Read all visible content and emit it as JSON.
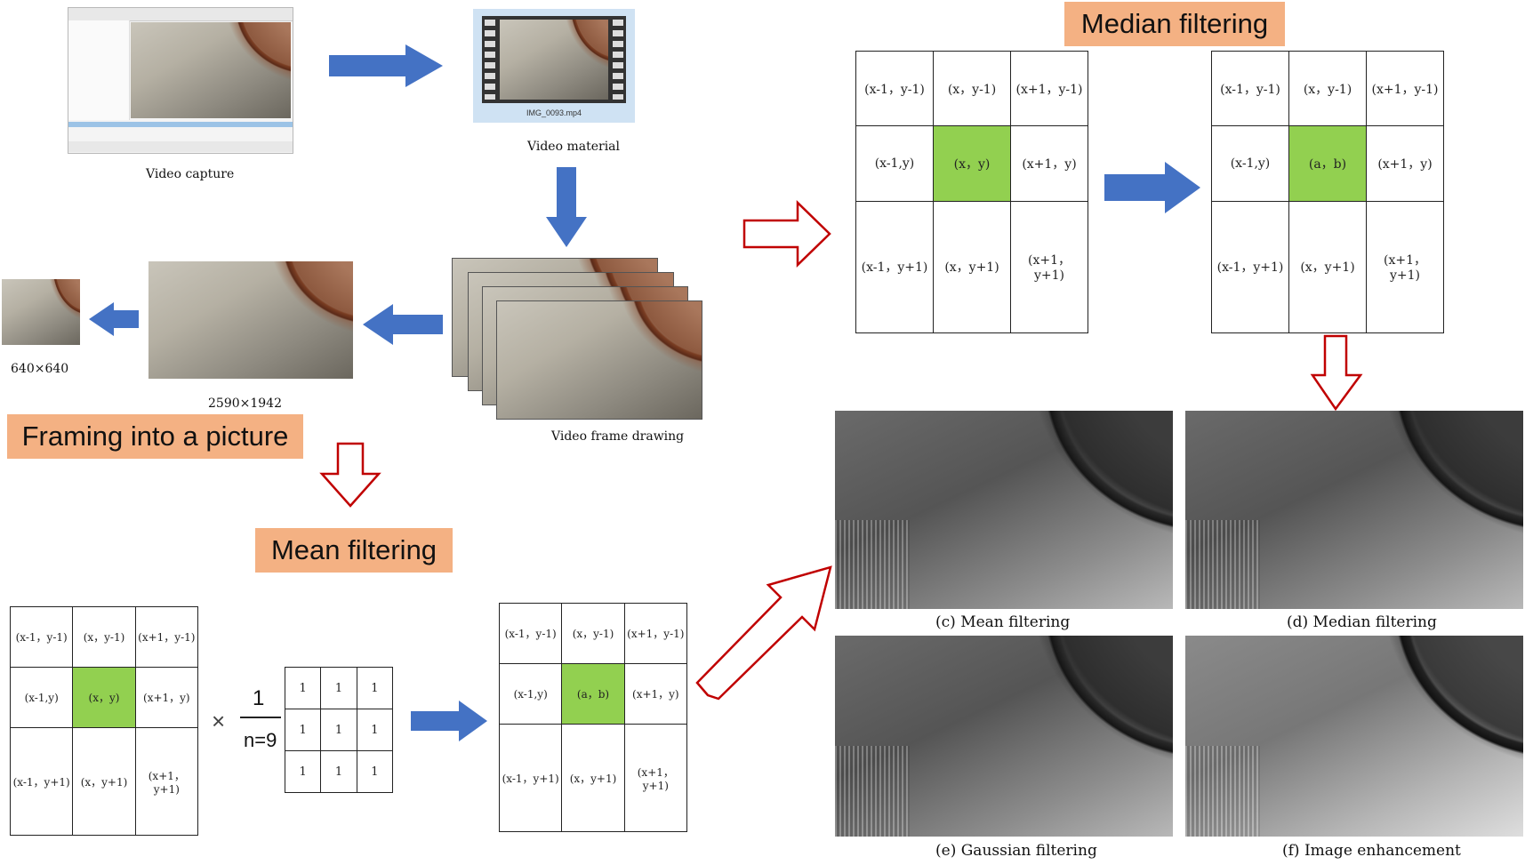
{
  "colors": {
    "blue_arrow": "#4472c4",
    "red_arrow_outline": "#c00000",
    "label_bg": "#f4b183",
    "center_cell": "#92d050"
  },
  "captions": {
    "video_capture": "Video capture",
    "video_material": "Video material",
    "video_filename": "IMG_0093.mp4",
    "video_frame_drawing": "Video frame drawing",
    "size_large": "2590×1942",
    "size_small": "640×640"
  },
  "labels": {
    "framing": "Framing into a picture",
    "mean_filtering": "Mean filtering",
    "median_filtering": "Median filtering"
  },
  "mean_input_grid": [
    [
      "(x-1，y-1)",
      "(x，y-1)",
      "(x+1，y-1)"
    ],
    [
      "(x-1,y)",
      "(x，y)",
      "(x+1，y)"
    ],
    [
      "(x-1，y+1)",
      "(x，y+1)",
      "(x+1，\ny+1)"
    ]
  ],
  "mean_output_grid": [
    [
      "(x-1，y-1)",
      "(x，y-1)",
      "(x+1，y-1)"
    ],
    [
      "(x-1,y)",
      "(a，b)",
      "(x+1，y)"
    ],
    [
      "(x-1，y+1)",
      "(x，y+1)",
      "(x+1，\ny+1)"
    ]
  ],
  "median_input_grid": [
    [
      "(x-1，y-1)",
      "(x，y-1)",
      "(x+1，y-1)"
    ],
    [
      "(x-1,y)",
      "(x，y)",
      "(x+1，y)"
    ],
    [
      "(x-1，y+1)",
      "(x，y+1)",
      "(x+1，\ny+1)"
    ]
  ],
  "median_output_grid": [
    [
      "(x-1，y-1)",
      "(x，y-1)",
      "(x+1，y-1)"
    ],
    [
      "(x-1,y)",
      "(a，b)",
      "(x+1，y)"
    ],
    [
      "(x-1，y+1)",
      "(x，y+1)",
      "(x+1，\ny+1)"
    ]
  ],
  "kernel": {
    "multiply_sign": "×",
    "numerator": "1",
    "denominator": "n=9",
    "values": [
      [
        "1",
        "1",
        "1"
      ],
      [
        "1",
        "1",
        "1"
      ],
      [
        "1",
        "1",
        "1"
      ]
    ]
  },
  "result_images": {
    "c": "(c) Mean filtering",
    "d": "(d) Median filtering",
    "e": "(e) Gaussian filtering",
    "f": "(f) Image enhancement"
  }
}
